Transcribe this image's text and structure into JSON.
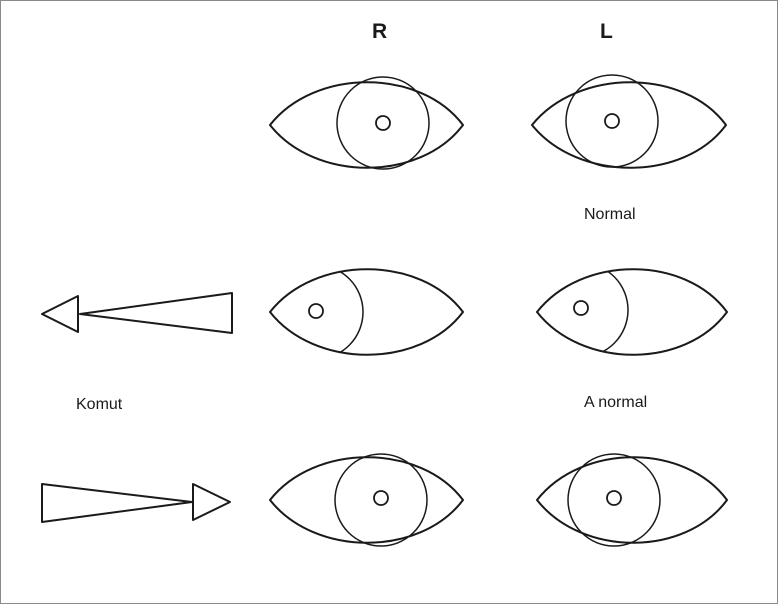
{
  "columns": {
    "right": "R",
    "left": "L"
  },
  "rows": [
    {
      "caption": "Normal",
      "gaze": "straight"
    },
    {
      "caption": "A normal",
      "gaze": "leftward",
      "arrow_direction": "left"
    },
    {
      "caption": "",
      "gaze": "straight",
      "arrow_direction": "right"
    }
  ],
  "side_label": "Komut",
  "colors": {
    "stroke": "#1a1a1a",
    "background": "#ffffff",
    "border": "#8a8a8a"
  }
}
